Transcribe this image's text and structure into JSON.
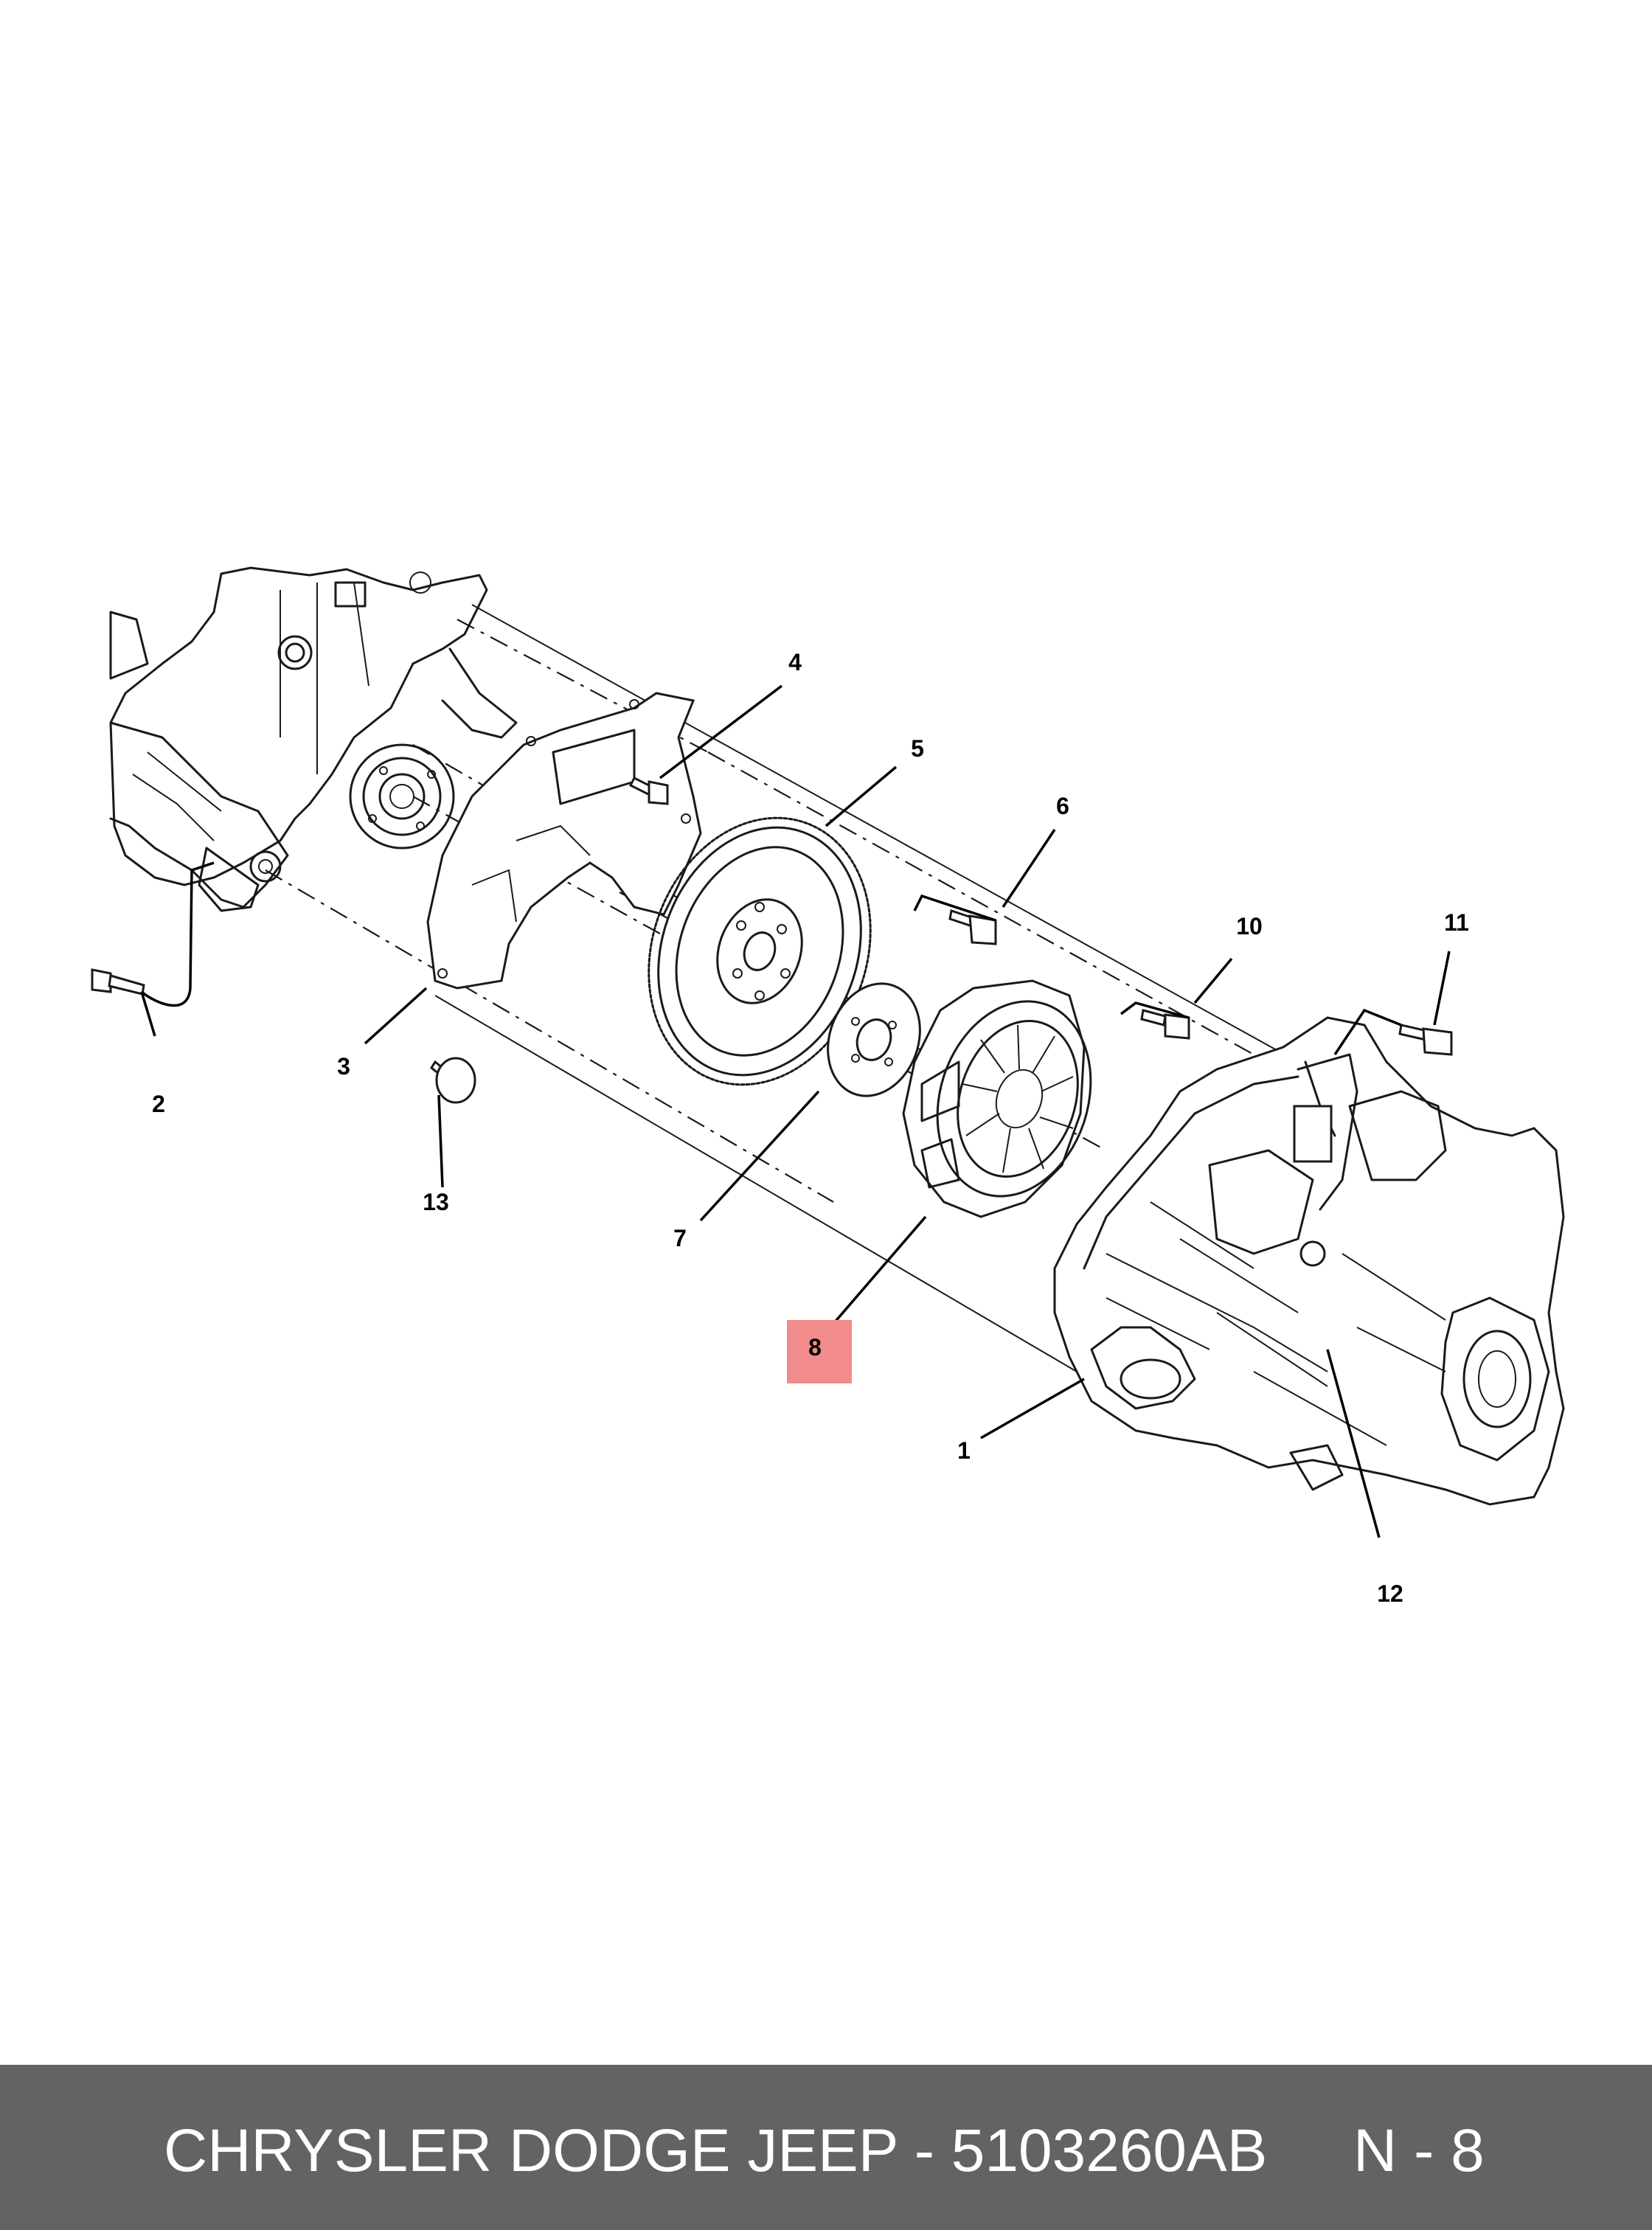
{
  "diagram": {
    "callouts": {
      "c1": "1",
      "c2": "2",
      "c3": "3",
      "c4": "4",
      "c5": "5",
      "c6": "6",
      "c7": "7",
      "c8": "8",
      "c10": "10",
      "c11": "11",
      "c12": "12",
      "c13": "13"
    },
    "highlighted_callout": "8",
    "highlight_color": "#f28b8b"
  },
  "footer": {
    "title": "CHRYSLER DODGE JEEP - 5103260AB",
    "code": "N - 8",
    "background_color": "#636363",
    "text_color": "#ffffff"
  }
}
